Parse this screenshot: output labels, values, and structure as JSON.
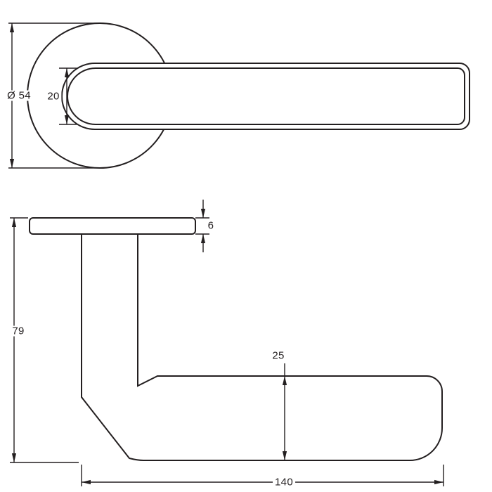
{
  "drawing": {
    "kind": "technical dimension drawing",
    "subject": "lever door handle on round rose",
    "views": [
      {
        "id": "front-view",
        "description": "round rose with lever, face on"
      },
      {
        "id": "side-view",
        "description": "rose plate, neck and grip profile"
      }
    ]
  },
  "dimensions": {
    "rose_diameter": {
      "label": "Ø 54",
      "value": 54
    },
    "lever_width": {
      "label": "20",
      "value": 20
    },
    "overall_height": {
      "label": "79",
      "value": 79
    },
    "rose_thickness": {
      "label": "6",
      "value": 6
    },
    "grip_height": {
      "label": "25",
      "value": 25
    },
    "overall_length": {
      "label": "140",
      "value": 140
    }
  },
  "style": {
    "line_color": "#231f20",
    "background": "#ffffff"
  }
}
